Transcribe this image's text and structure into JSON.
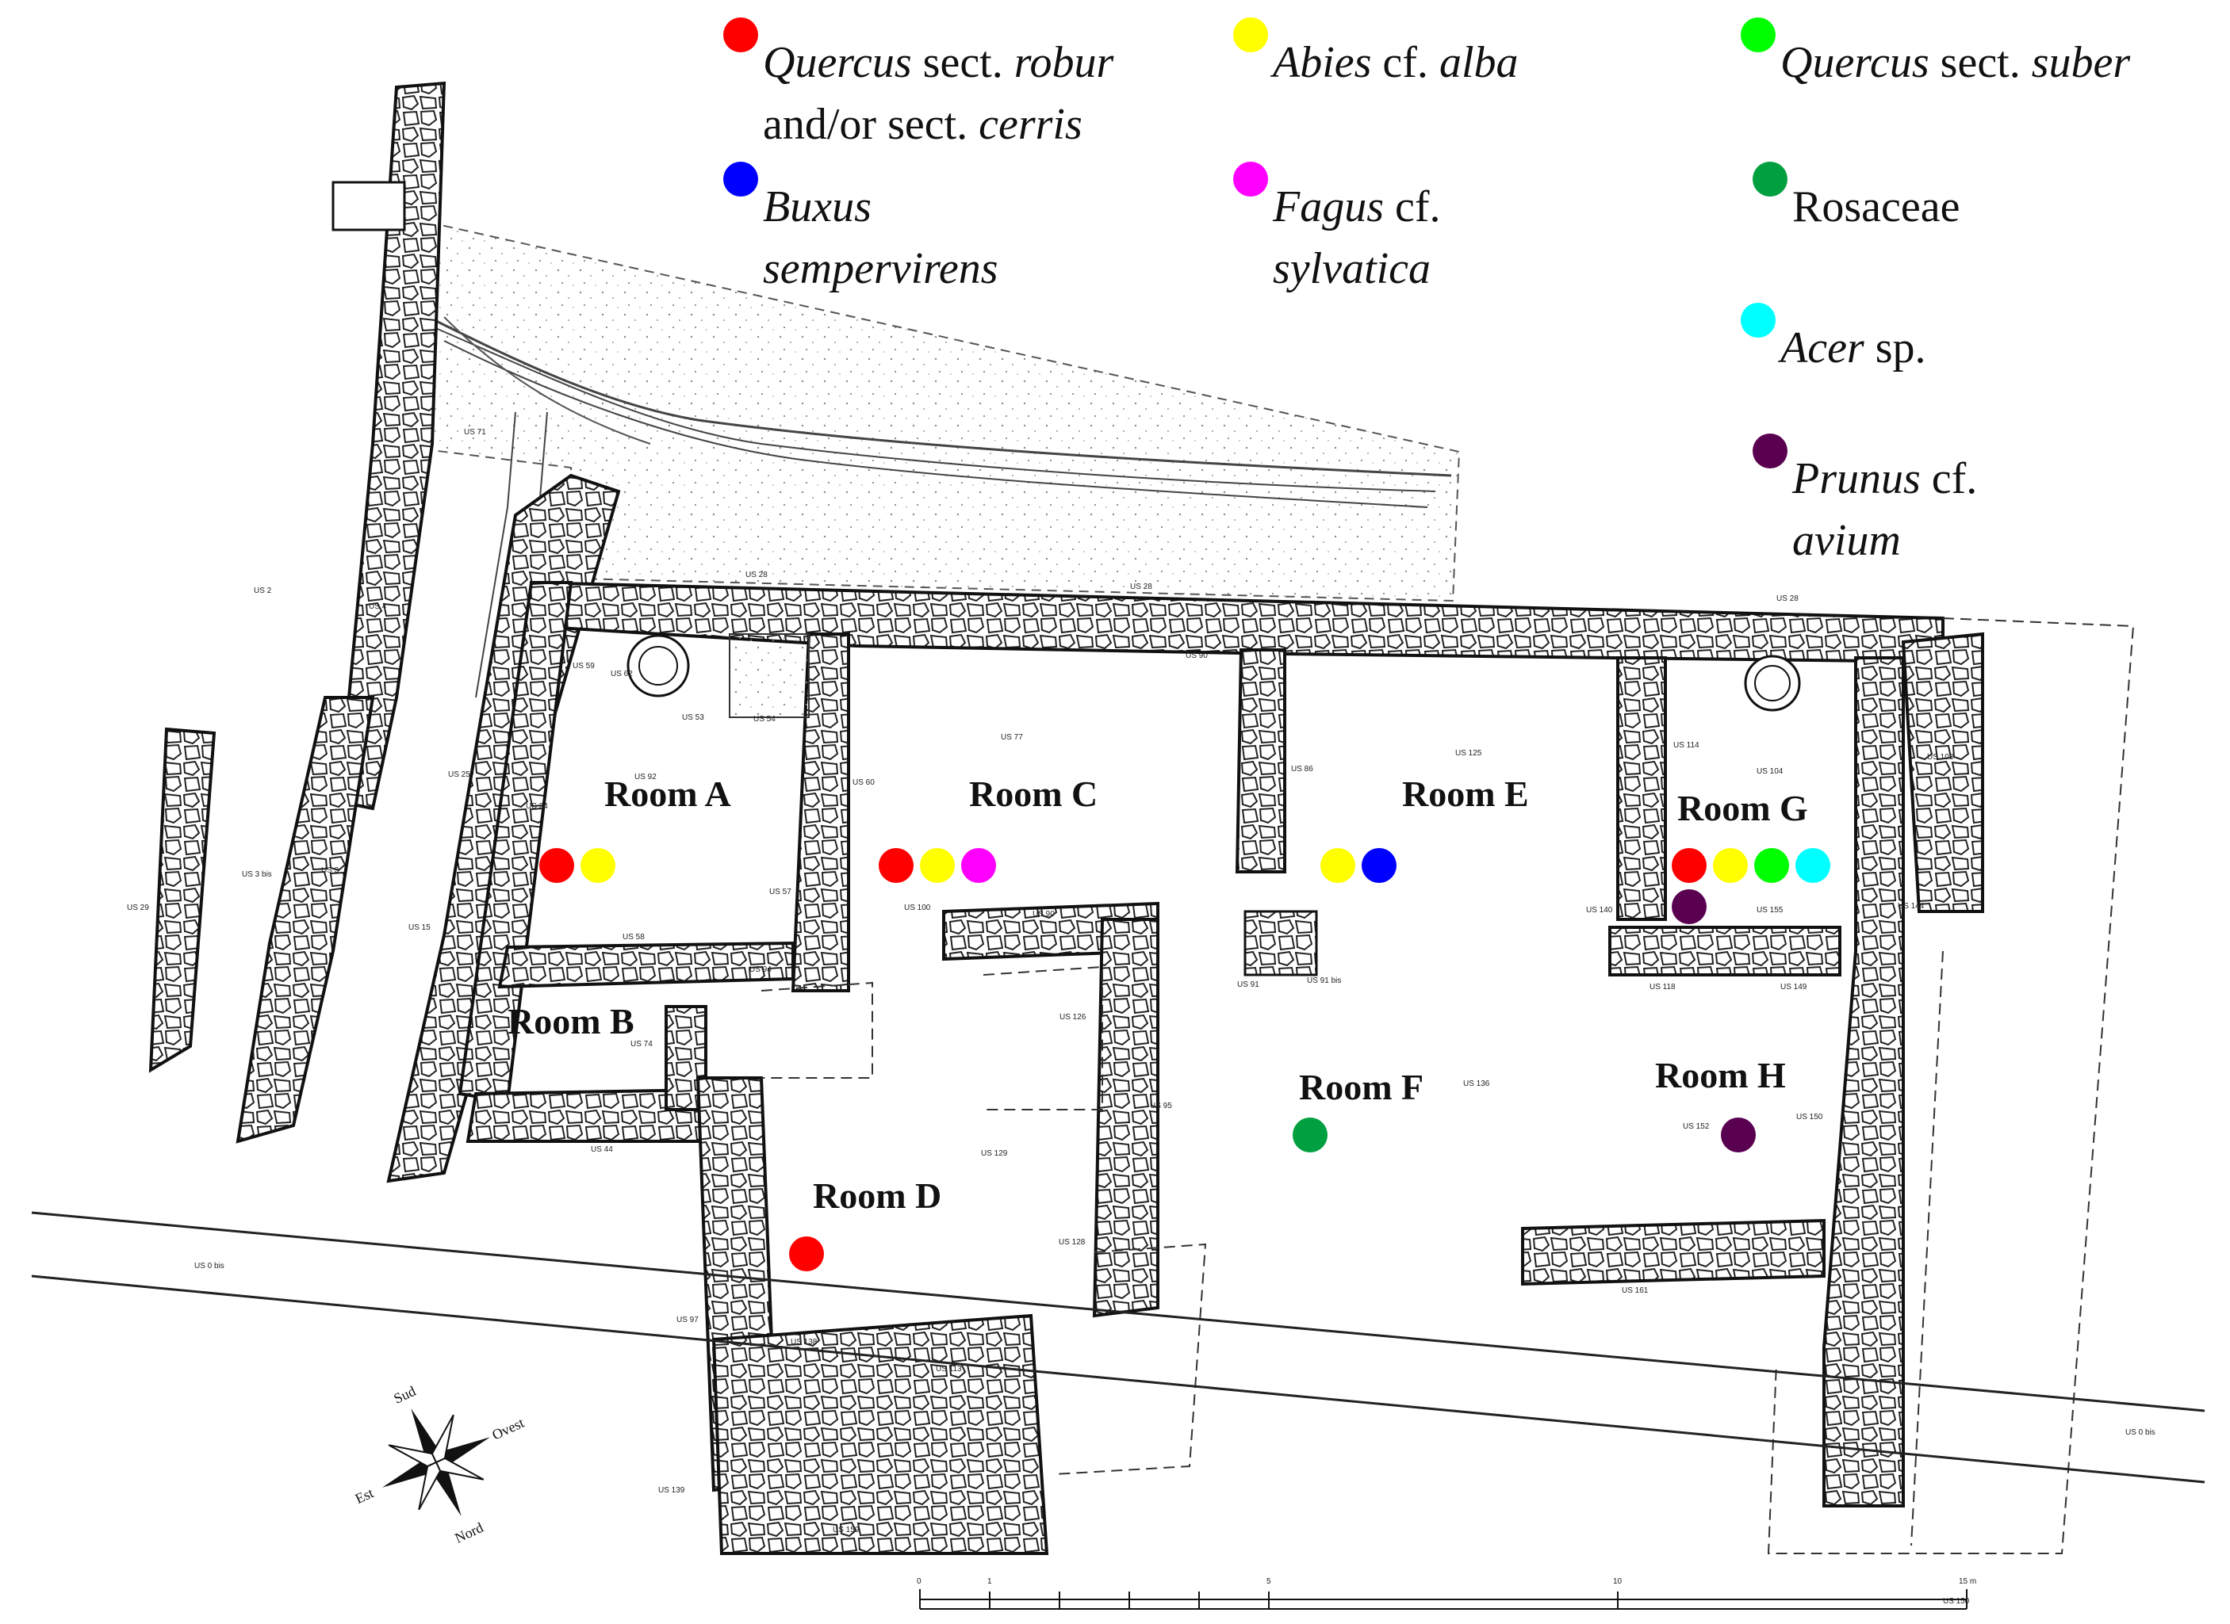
{
  "legend": [
    {
      "key": "quercus-robur-cerris",
      "color": "#ff0000",
      "lines": [
        [
          {
            "t": "Quercus",
            "i": true
          },
          {
            "t": " sect. ",
            "i": false
          },
          {
            "t": "robur",
            "i": true
          }
        ],
        [
          {
            "t": "and/or sect. ",
            "i": false
          },
          {
            "t": "cerris",
            "i": true
          }
        ]
      ]
    },
    {
      "key": "abies-alba",
      "color": "#ffff00",
      "lines": [
        [
          {
            "t": "Abies",
            "i": true
          },
          {
            "t": " cf. ",
            "i": false
          },
          {
            "t": "alba",
            "i": true
          }
        ]
      ]
    },
    {
      "key": "quercus-suber",
      "color": "#00ff00",
      "lines": [
        [
          {
            "t": "Quercus",
            "i": true
          },
          {
            "t": " sect. ",
            "i": false
          },
          {
            "t": "suber",
            "i": true
          }
        ]
      ]
    },
    {
      "key": "buxus",
      "color": "#0000ff",
      "lines": [
        [
          {
            "t": "Buxus",
            "i": true
          }
        ],
        [
          {
            "t": "sempervirens",
            "i": true
          }
        ]
      ]
    },
    {
      "key": "fagus",
      "color": "#ff00ff",
      "lines": [
        [
          {
            "t": "Fagus",
            "i": true
          },
          {
            "t": " cf.",
            "i": false
          }
        ],
        [
          {
            "t": "sylvatica",
            "i": true
          }
        ]
      ]
    },
    {
      "key": "rosaceae",
      "color": "#00a040",
      "lines": [
        [
          {
            "t": "Rosaceae",
            "i": false
          }
        ]
      ]
    },
    {
      "key": "acer",
      "color": "#00ffff",
      "lines": [
        [
          {
            "t": "Acer",
            "i": true
          },
          {
            "t": " sp.",
            "i": false
          }
        ]
      ]
    },
    {
      "key": "prunus",
      "color": "#5a0050",
      "lines": [
        [
          {
            "t": "Prunus",
            "i": true
          },
          {
            "t": " cf.",
            "i": false
          }
        ],
        [
          {
            "t": "avium",
            "i": true
          }
        ]
      ]
    }
  ],
  "rooms": [
    {
      "label": "Room A",
      "samples": [
        "quercus-robur-cerris",
        "abies-alba"
      ]
    },
    {
      "label": "Room B",
      "samples": []
    },
    {
      "label": "Room C",
      "samples": [
        "quercus-robur-cerris",
        "abies-alba",
        "fagus"
      ]
    },
    {
      "label": "Room D",
      "samples": [
        "quercus-robur-cerris"
      ]
    },
    {
      "label": "Room E",
      "samples": [
        "abies-alba",
        "buxus"
      ]
    },
    {
      "label": "Room F",
      "samples": [
        "rosaceae"
      ]
    },
    {
      "label": "Room G",
      "samples": [
        "quercus-robur-cerris",
        "abies-alba",
        "quercus-suber",
        "acer",
        "prunus"
      ]
    },
    {
      "label": "Room H",
      "samples": [
        "prunus"
      ]
    }
  ],
  "us_labels": [
    "US 71",
    "US 2",
    "US 4",
    "US 28",
    "US 28",
    "US 28",
    "US 25",
    "US 24",
    "US 92",
    "US 59",
    "US 62",
    "US 53",
    "US 54",
    "US 60",
    "US 77",
    "US 90",
    "US 86",
    "US 125",
    "US 114",
    "US 104",
    "US 108",
    "US 3 bis",
    "US 3",
    "US 15",
    "US 29",
    "US 57",
    "US 58",
    "US 94",
    "US 100",
    "US 90",
    "US 140",
    "US 155",
    "US 144",
    "US 74",
    "US 44",
    "US 126",
    "US 95",
    "US 91",
    "US 91 bis",
    "US 118",
    "US 149",
    "US 136",
    "US 152",
    "US 150",
    "US 129",
    "US 128",
    "US 161",
    "US 0 bis",
    "US 0 bis",
    "US 97",
    "US 138",
    "US 113",
    "US 139",
    "US 159",
    "US 150"
  ],
  "scale": [
    "0",
    "1",
    "5",
    "10",
    "15 m"
  ],
  "compass": [
    "Sud",
    "Ovest",
    "Est",
    "Nord"
  ]
}
